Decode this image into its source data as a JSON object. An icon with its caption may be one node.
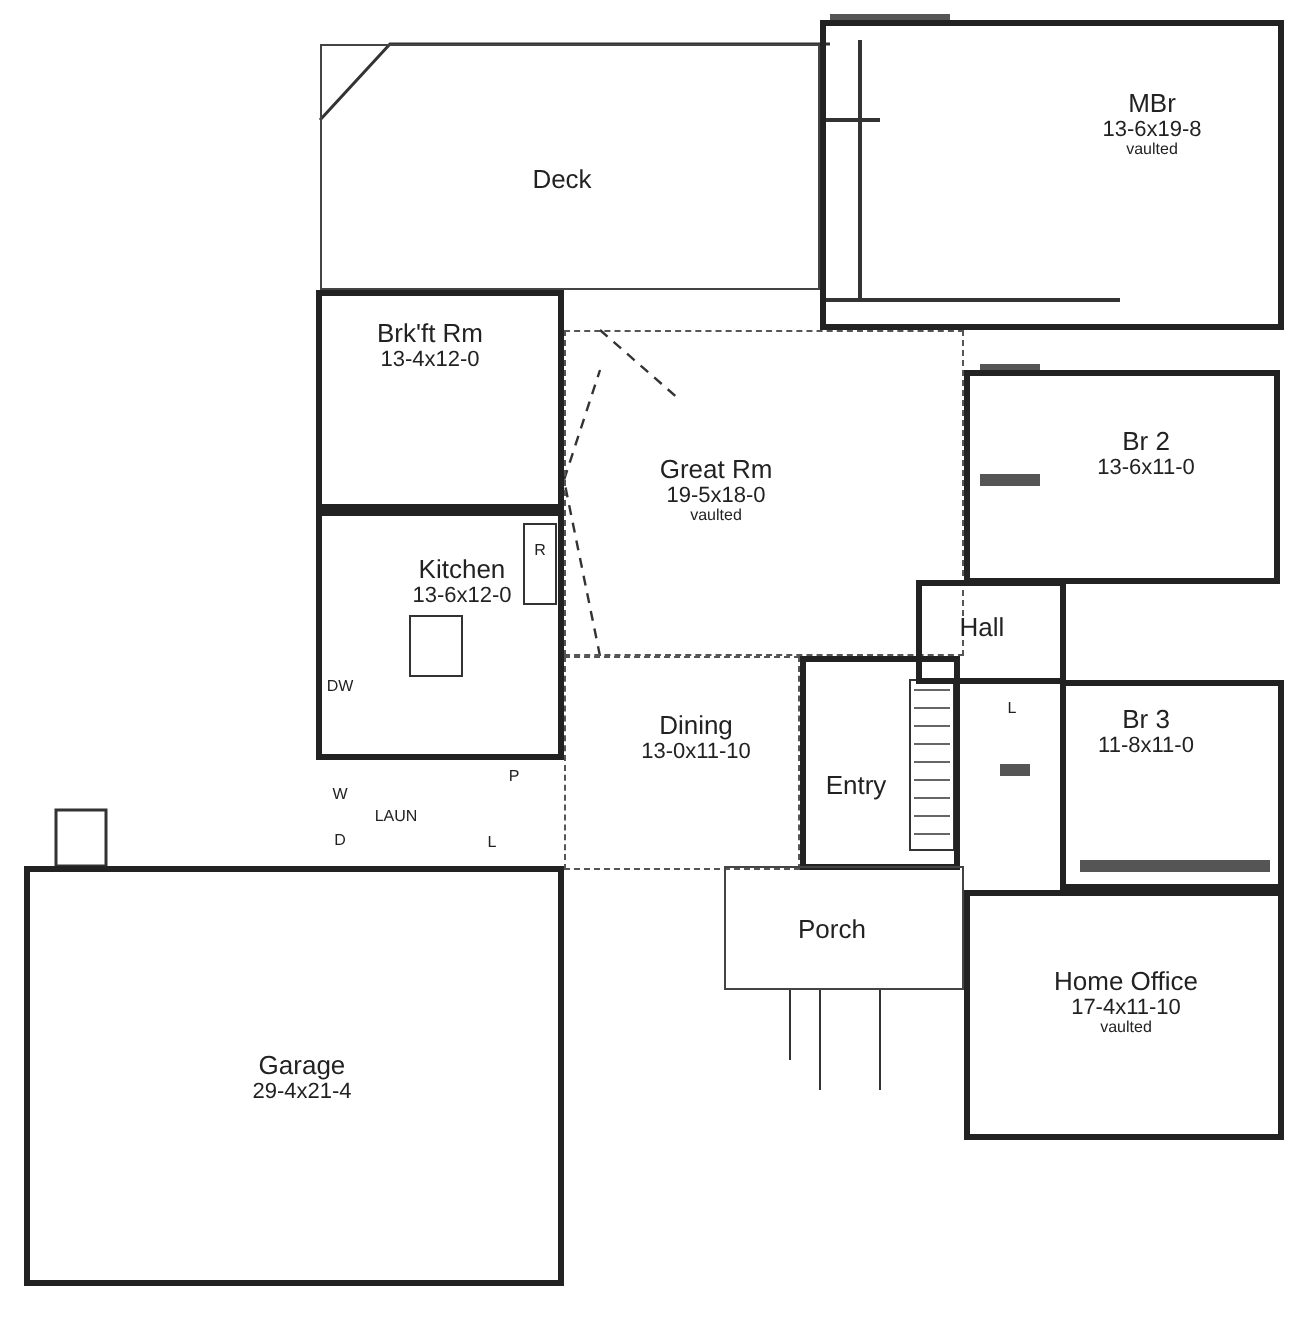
{
  "diagram": {
    "nodes": [
      {
        "text": [
          "Deck"
        ]
      },
      {
        "text": [
          "MBr",
          "13-6x19-8",
          "vaulted"
        ]
      },
      {
        "text": [
          "Brk'ft Rm",
          "13-4x12-0"
        ]
      },
      {
        "text": [
          "Great Rm",
          "19-5x18-0",
          "vaulted"
        ]
      },
      {
        "text": [
          "Br 2",
          "13-6x11-0"
        ]
      },
      {
        "text": [
          "Kitchen",
          "13-6x12-0"
        ]
      },
      {
        "text": [
          "Hall"
        ]
      },
      {
        "text": [
          "Dining",
          "13-0x11-10"
        ]
      },
      {
        "text": [
          "Entry"
        ]
      },
      {
        "text": [
          "Br 3",
          "11-8x11-0"
        ]
      },
      {
        "text": [
          "Porch"
        ]
      },
      {
        "text": [
          "Home Office",
          "17-4x11-10",
          "vaulted"
        ]
      },
      {
        "text": [
          "Garage",
          "29-4x21-4"
        ]
      }
    ],
    "labels": [
      "R",
      "DW",
      "P",
      "W",
      "LAUN",
      "D",
      "L",
      "L"
    ]
  }
}
